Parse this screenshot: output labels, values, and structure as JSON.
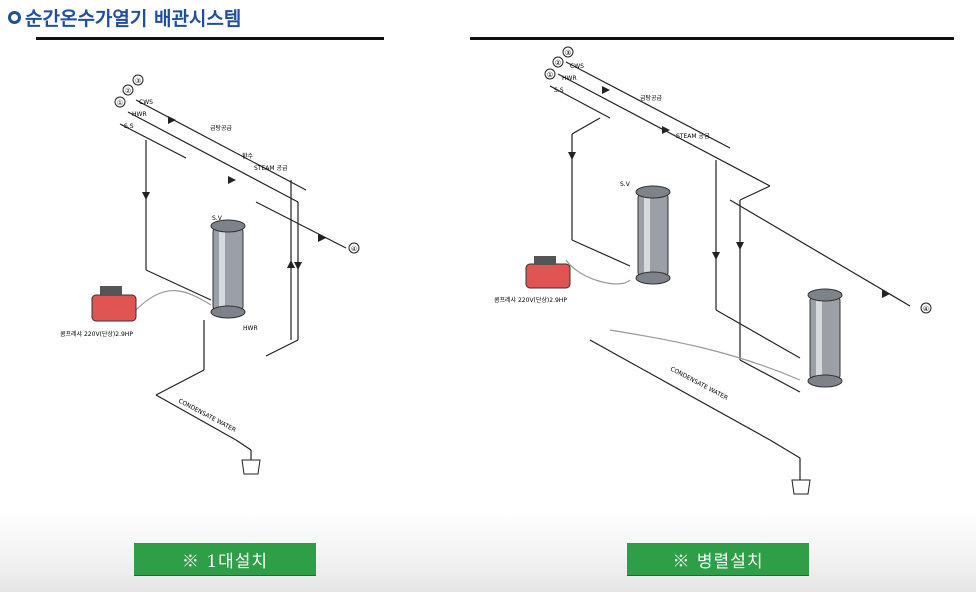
{
  "title": "순간온수가열기 배관시스템",
  "left_panel": {
    "caption": "※ 1대설치",
    "compressor_label": "콤프레샤 220V(단상)2.9HP",
    "line_labels": {
      "cws": "CWS",
      "hwr": "HWR",
      "ss": "S.S",
      "hot_supply": "급탕공급",
      "steam": "STEAM 공급",
      "return": "환수",
      "condensate": "CONDENSATE WATER",
      "sv": "S.V",
      "hwr_bottom": "HWR"
    },
    "markers": [
      "①",
      "②",
      "③",
      "④"
    ]
  },
  "right_panel": {
    "caption": "※ 병렬설치",
    "compressor_label": "콤프레샤 220V(단상)2.9HP",
    "line_labels": {
      "cws": "CWS",
      "hwr": "HWR",
      "ss": "S.S",
      "hot_supply": "급탕공급",
      "steam": "STEAM 공급",
      "condensate": "CONDENSATE WATER",
      "sv": "S.V"
    },
    "markers": [
      "①",
      "②",
      "③",
      "④"
    ]
  }
}
